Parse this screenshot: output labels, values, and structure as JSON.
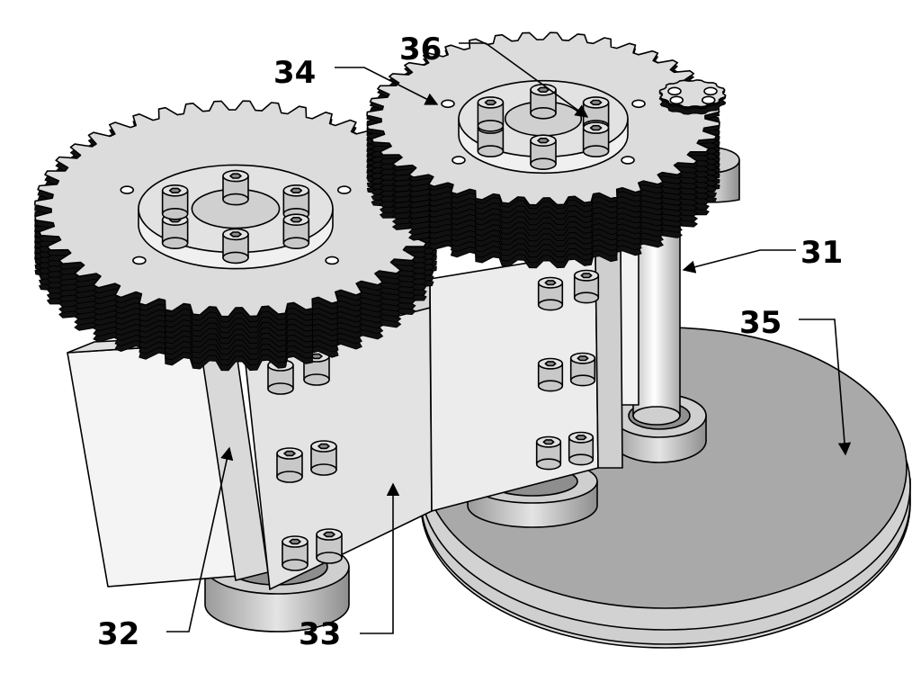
{
  "labels": {
    "n31": "31",
    "n32": "32",
    "n33": "33",
    "n34": "34",
    "n35": "35",
    "n36": "36"
  },
  "colors": {
    "gear_face": "#dcdcdc",
    "gear_teeth": "#111111",
    "plate": "#e6e6e6",
    "disk_top": "#a9a9a9",
    "disk_side": "#cfcfcf",
    "shaft": "#e8e8e8",
    "bolt": "#c8c8c8"
  },
  "parts": {
    "gear_left_teeth": 44,
    "gear_right_teeth": 40,
    "pinion_teeth": 12,
    "bolts_per_hub": 6
  }
}
